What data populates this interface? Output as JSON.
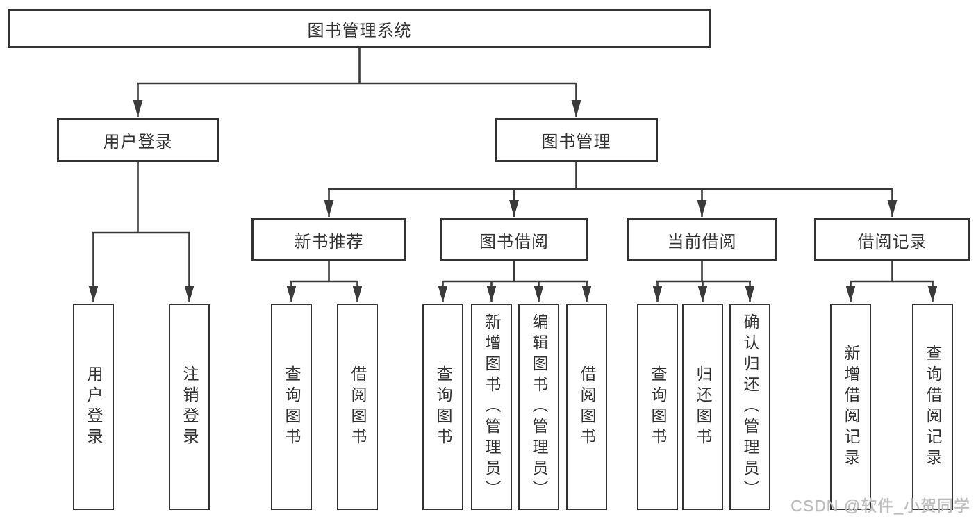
{
  "root": {
    "label": "图书管理系统"
  },
  "branches": [
    {
      "label": "用户登录",
      "children": [
        {
          "label": "用户登录"
        },
        {
          "label": "注销登录"
        }
      ]
    },
    {
      "label": "图书管理",
      "sections": [
        {
          "label": "新书推荐",
          "children": [
            {
              "label": "查询图书"
            },
            {
              "label": "借阅图书"
            }
          ]
        },
        {
          "label": "图书借阅",
          "children": [
            {
              "label": "查询图书"
            },
            {
              "label": "新增图书（管理员）"
            },
            {
              "label": "编辑图书（管理员）"
            },
            {
              "label": "借阅图书"
            }
          ]
        },
        {
          "label": "当前借阅",
          "children": [
            {
              "label": "查询图书"
            },
            {
              "label": "归还图书"
            },
            {
              "label": "确认归还（管理员）"
            }
          ]
        },
        {
          "label": "借阅记录",
          "children": [
            {
              "label": "新增借阅记录"
            },
            {
              "label": "查询借阅记录"
            }
          ]
        }
      ]
    }
  ],
  "watermark": "CSDN @软件_小贺同学",
  "colors": {
    "line": "#3a3a3a",
    "border": "#333333",
    "text": "#333333",
    "background": "#ffffff",
    "watermark": "#bcbcbc"
  }
}
